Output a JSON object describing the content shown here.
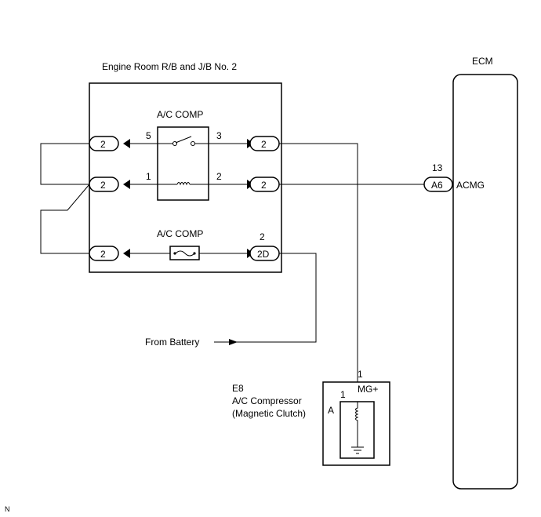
{
  "jb": {
    "title": "Engine Room R/B and J/B No. 2",
    "relay_label": "A/C COMP",
    "relay_pins": {
      "p5": "5",
      "p3": "3",
      "p1": "1",
      "p2": "2"
    },
    "fuse_label": "A/C COMP",
    "fuse_pin": "2",
    "connectors": {
      "left_top": "2",
      "left_mid": "2",
      "left_bot": "2",
      "right_top": "2",
      "right_mid": "2",
      "right_bot": "2D"
    }
  },
  "ecm": {
    "title": "ECM",
    "pin_number": "13",
    "connector": "A6",
    "terminal": "ACMG"
  },
  "battery": {
    "label": "From Battery"
  },
  "compressor": {
    "code": "E8",
    "name": "A/C Compressor",
    "sub": "(Magnetic Clutch)",
    "pin_outer": "1",
    "pin_inner": "1",
    "terminal": "MG+",
    "connector": "A"
  },
  "footer": {
    "mark": "N"
  }
}
